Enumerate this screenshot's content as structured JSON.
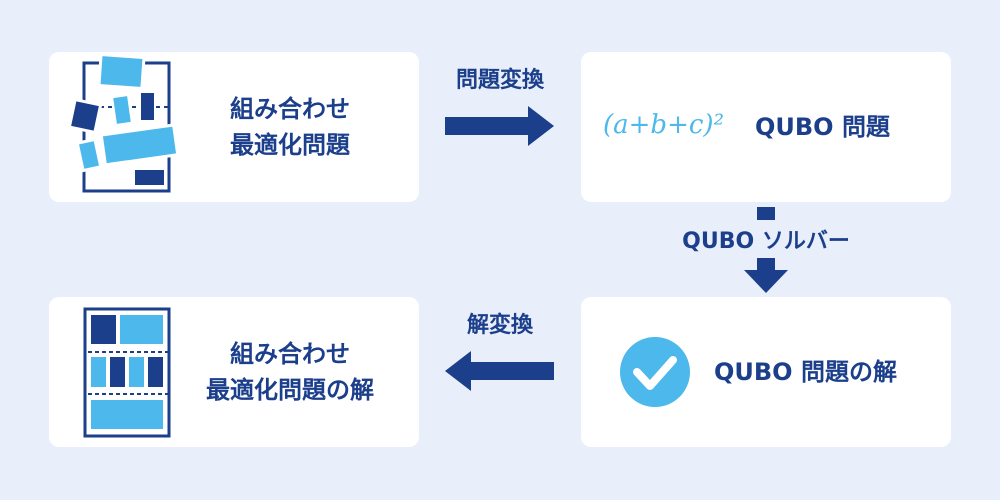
{
  "colors": {
    "dark": "#1c3f8c",
    "light": "#4cb8ec",
    "background": "#e8eefa"
  },
  "boxes": {
    "problem": {
      "line1": "組み合わせ",
      "line2": "最適化問題"
    },
    "qubo": {
      "formula": "(a+b+c)²",
      "label": "QUBO 問題"
    },
    "qubo_solution": {
      "label": "QUBO 問題の解"
    },
    "solution": {
      "line1": "組み合わせ",
      "line2": "最適化問題の解"
    }
  },
  "arrows": {
    "convert": "問題変換",
    "solver": "QUBO ソルバー",
    "inverse": "解変換"
  }
}
